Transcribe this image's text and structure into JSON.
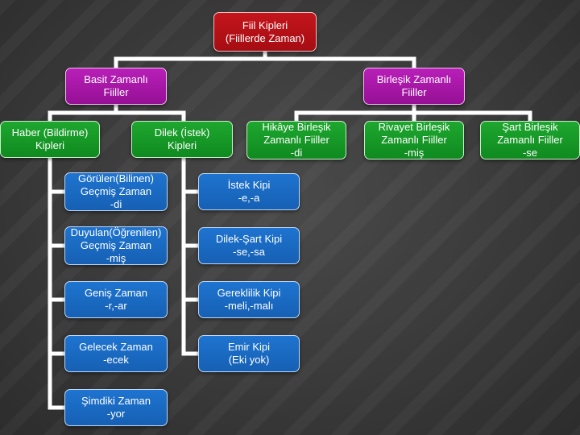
{
  "root": {
    "line1": "Fiil Kipleri",
    "line2": "(Fiillerde Zaman)"
  },
  "level1": {
    "basit": {
      "line1": "Basit Zamanlı",
      "line2": "Fiiller"
    },
    "birlesik": {
      "line1": "Birleşik Zamanlı",
      "line2": "Fiiller"
    }
  },
  "level2": {
    "haber": {
      "line1": "Haber (Bildirme)",
      "line2": "Kipleri"
    },
    "dilek": {
      "line1": "Dilek (İstek)",
      "line2": "Kipleri"
    },
    "hikaye": {
      "line1": "Hikâye Birleşik",
      "line2": "Zamanlı Fiiller",
      "line3": "-di"
    },
    "rivayet": {
      "line1": "Rivayet Birleşik",
      "line2": "Zamanlı Fiiller",
      "line3": "-miş"
    },
    "sart": {
      "line1": "Şart  Birleşik",
      "line2": "Zamanlı Fiiller",
      "line3": "-se"
    }
  },
  "haber_items": [
    {
      "line1": "Görülen(Bilinen)",
      "line2": "Geçmiş Zaman",
      "line3": "-di"
    },
    {
      "line1": "Duyulan(Öğrenilen)",
      "line2": "Geçmiş Zaman",
      "line3": "-miş"
    },
    {
      "line1": "Geniş Zaman",
      "line2": "-r,-ar"
    },
    {
      "line1": "Gelecek Zaman",
      "line2": "-ecek"
    },
    {
      "line1": "Şimdiki Zaman",
      "line2": "-yor"
    }
  ],
  "dilek_items": [
    {
      "line1": "İstek Kipi",
      "line2": "-e,-a"
    },
    {
      "line1": "Dilek-Şart Kipi",
      "line2": "-se,-sa"
    },
    {
      "line1": "Gereklilik Kipi",
      "line2": "-meli,-malı"
    },
    {
      "line1": "Emir Kipi",
      "line2": "(Eki yok)"
    }
  ],
  "colors": {
    "root": "#b3121a",
    "level1": "#a818a8",
    "level2": "#17992a",
    "leaf": "#1a6ac2",
    "connector": "#ffffff"
  }
}
